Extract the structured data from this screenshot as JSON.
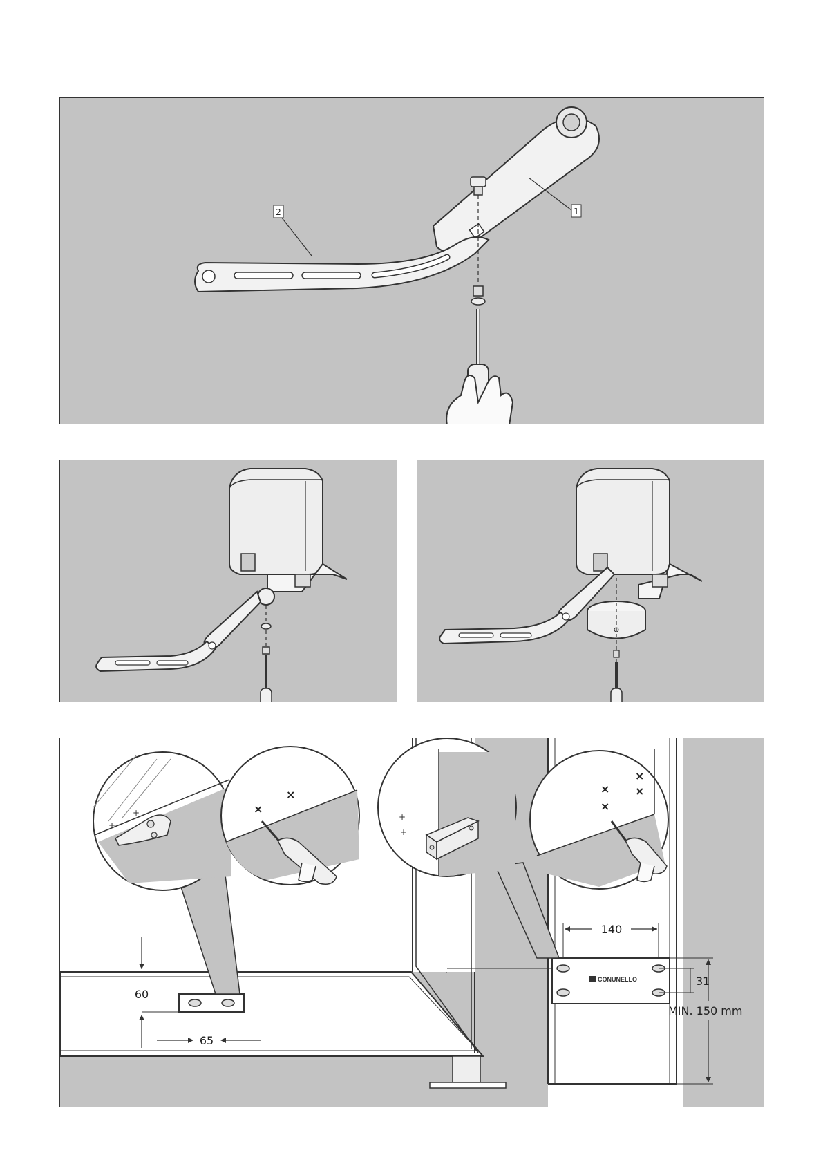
{
  "panel_top": {
    "callouts": [
      "1",
      "2"
    ]
  },
  "panel_bottom": {
    "dim_60": "60",
    "dim_65": "65",
    "dim_140": "140",
    "dim_31": "31",
    "dim_min": "MIN. 150 mm",
    "brand": "CONUNELLO"
  },
  "colors": {
    "panel_bg": "#c3c3c3",
    "line": "#333333",
    "part": "#f2f2f2"
  }
}
